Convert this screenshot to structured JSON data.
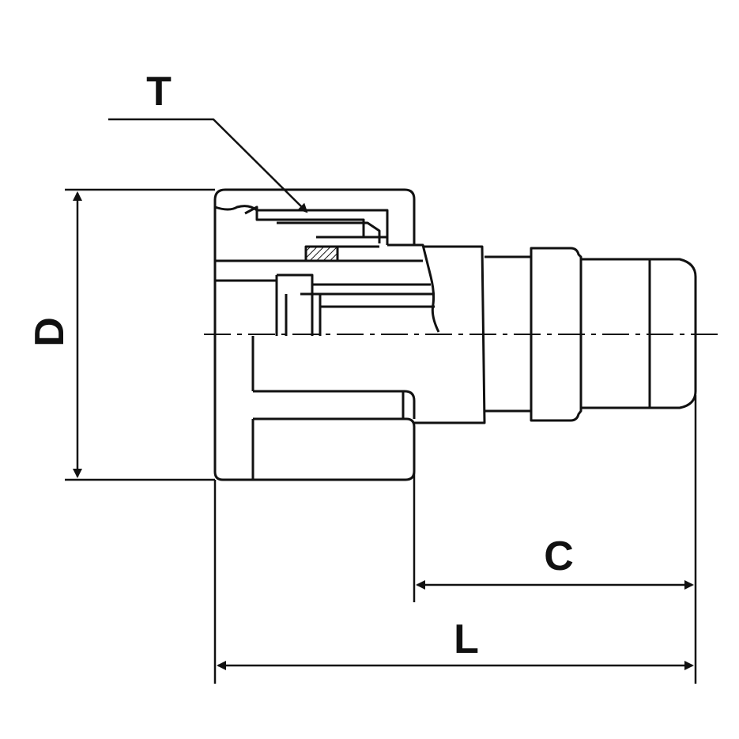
{
  "labels": {
    "thread": "T",
    "diameter": "D",
    "length": "L",
    "connection_length": "C"
  },
  "colors": {
    "stroke": "#111111",
    "background": "#ffffff"
  }
}
